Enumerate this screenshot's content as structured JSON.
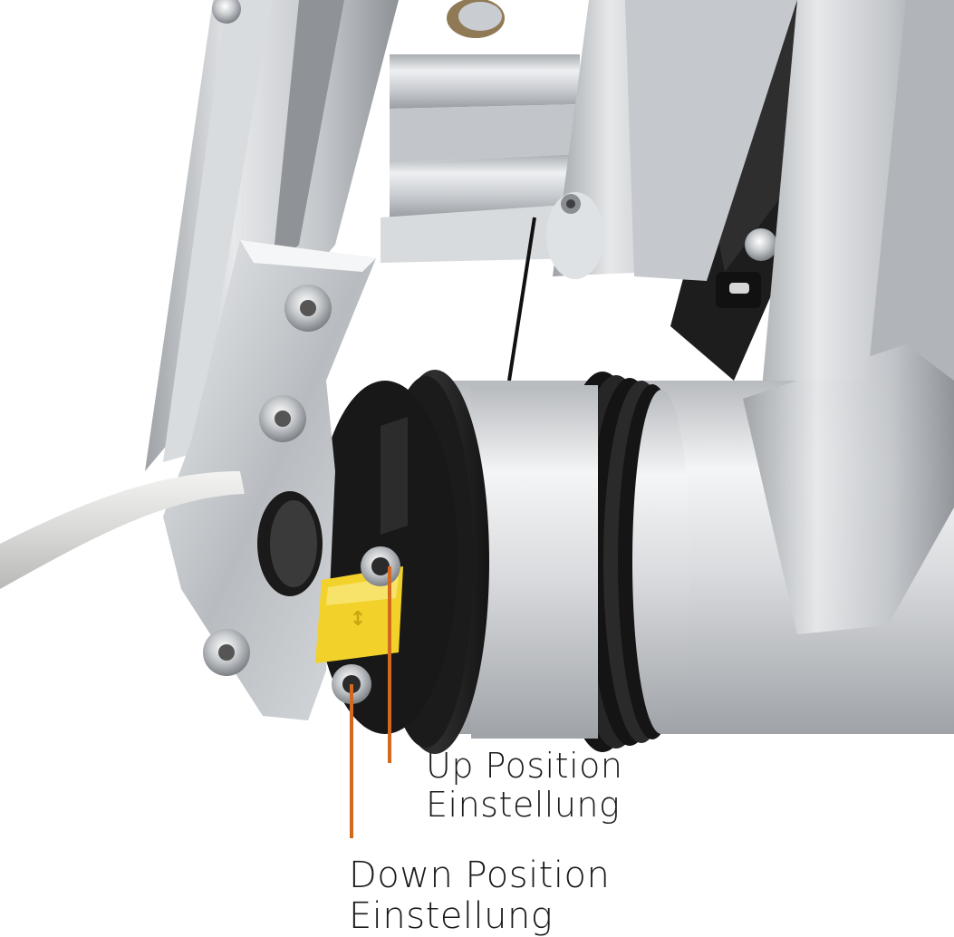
{
  "callouts": {
    "up": {
      "line1": "Up Position",
      "line2": "Einstellung"
    },
    "down": {
      "line1": "Down Position",
      "line2": "Einstellung"
    }
  },
  "colors": {
    "callout_line": "#d2691e",
    "background": "#ffffff",
    "aluminium": "#c8cbcf",
    "motor_black": "#1c1c1c",
    "yellow_ring": "#f2d22a"
  }
}
